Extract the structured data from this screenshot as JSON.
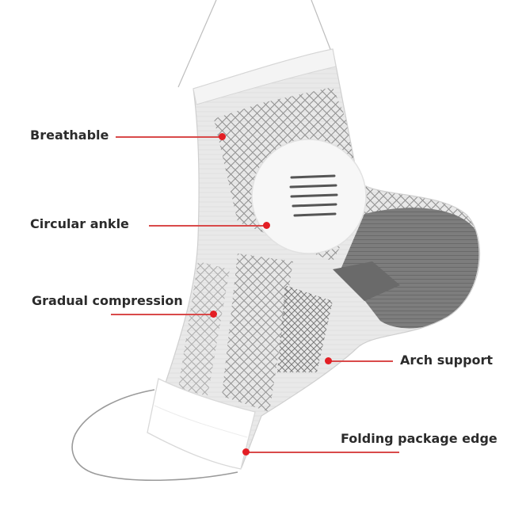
{
  "colors": {
    "accent": "#e31e24",
    "leader": "#d94a4a",
    "label": "#2b2b2b",
    "sock_body": "#ececec",
    "sock_pattern": "#8c8c8c",
    "heel": "#7a7a7a",
    "cuff": "#ffffff"
  },
  "callouts": [
    {
      "id": "breathable",
      "label": "Breathable"
    },
    {
      "id": "circular-ankle",
      "label": "Circular ankle"
    },
    {
      "id": "gradual-compression",
      "label": "Gradual compression"
    },
    {
      "id": "arch-support",
      "label": "Arch support"
    },
    {
      "id": "folding-package-edge",
      "label": "Folding package edge"
    }
  ]
}
